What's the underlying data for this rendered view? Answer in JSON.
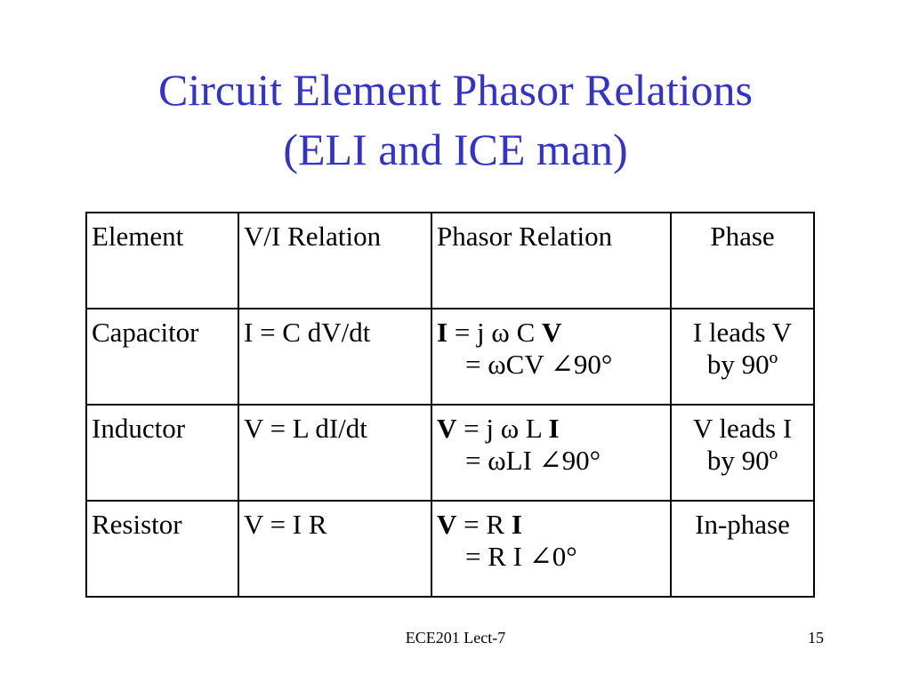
{
  "slide": {
    "title_line1": "Circuit Element Phasor Relations",
    "title_line2": "(ELI and ICE man)",
    "footer": "ECE201 Lect-7",
    "page_number": "15"
  },
  "table": {
    "headers": [
      "Element",
      "V/I Relation",
      "Phasor Relation",
      "Phase"
    ],
    "rows": [
      {
        "element": "Capacitor",
        "vi": "I = C dV/dt",
        "phasor": {
          "lhs": "I",
          "mid": " = j ω C ",
          "rhs": "V",
          "line2": "= ωCV ∠90°"
        },
        "phase_line1": "I leads V",
        "phase_line2": "by 90º"
      },
      {
        "element": "Inductor",
        "vi": "V = L dI/dt",
        "phasor": {
          "lhs": "V",
          "mid": " = j ω L ",
          "rhs": "I",
          "line2": "= ωLI ∠90°"
        },
        "phase_line1": "V leads I",
        "phase_line2": "by 90º"
      },
      {
        "element": "Resistor",
        "vi": "V = I R",
        "phasor": {
          "lhs": "V",
          "mid": " = R ",
          "rhs": "I",
          "line2": "= R I ∠0°"
        },
        "phase_line1": "In-phase",
        "phase_line2": ""
      }
    ]
  }
}
